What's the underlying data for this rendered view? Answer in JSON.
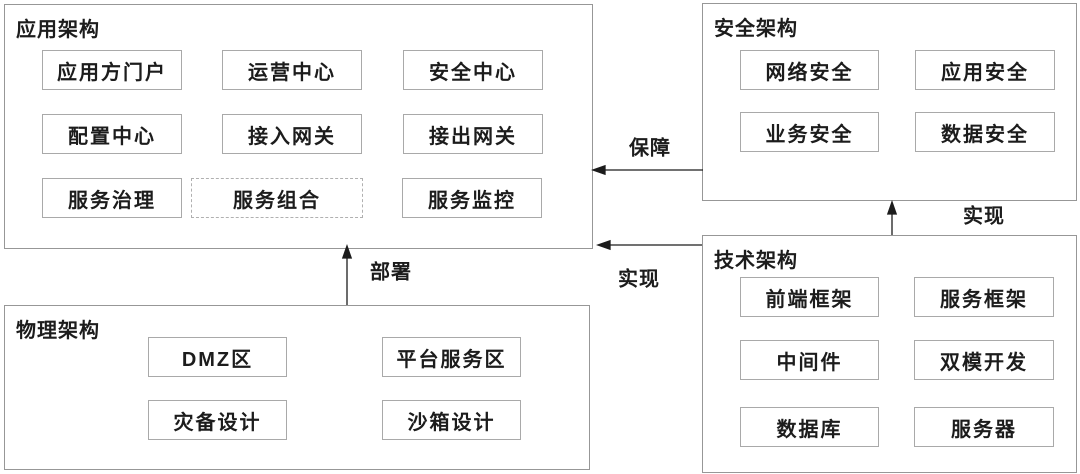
{
  "diagram": {
    "groups": [
      {
        "title": "应用架构",
        "items": [
          {
            "label": "应用方门户"
          },
          {
            "label": "运营中心"
          },
          {
            "label": "安全中心"
          },
          {
            "label": "配置中心"
          },
          {
            "label": "接入网关"
          },
          {
            "label": "接出网关"
          },
          {
            "label": "服务治理"
          },
          {
            "label": "服务组合",
            "border": "dashed"
          },
          {
            "label": "服务监控"
          }
        ]
      },
      {
        "title": "安全架构",
        "items": [
          {
            "label": "网络安全"
          },
          {
            "label": "应用安全"
          },
          {
            "label": "业务安全"
          },
          {
            "label": "数据安全"
          }
        ]
      },
      {
        "title": "技术架构",
        "items": [
          {
            "label": "前端框架"
          },
          {
            "label": "服务框架"
          },
          {
            "label": "中间件"
          },
          {
            "label": "双模开发"
          },
          {
            "label": "数据库"
          },
          {
            "label": "服务器"
          }
        ]
      },
      {
        "title": "物理架构",
        "items": [
          {
            "label": "DMZ区"
          },
          {
            "label": "平台服务区"
          },
          {
            "label": "灾备设计"
          },
          {
            "label": "沙箱设计"
          }
        ]
      }
    ],
    "arrows": {
      "guarantee": {
        "label": "保障",
        "from": "安全架构",
        "to": "应用架构"
      },
      "realize_app": {
        "label": "实现",
        "from": "技术架构",
        "to": "应用架构"
      },
      "realize_security": {
        "label": "实现",
        "from": "技术架构",
        "to": "安全架构"
      },
      "deploy": {
        "label": "部署",
        "from": "物理架构",
        "to": "应用架构"
      }
    },
    "colors": {
      "background": "#ffffff",
      "outer_border": "#979797",
      "node_border": "#a9a9a9",
      "dashed_border": "#b0b0b0",
      "text": "#1c1c1c",
      "arrow": "#1c1c1c"
    }
  }
}
